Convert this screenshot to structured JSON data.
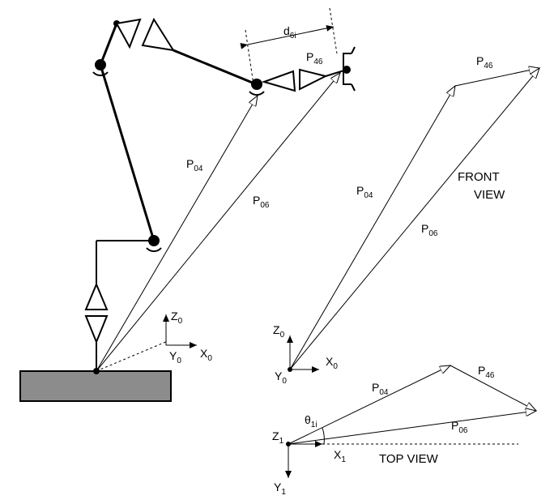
{
  "colors": {
    "ink": "#000000",
    "base_fill": "#8c8c8c",
    "background": "#ffffff"
  },
  "left_view": {
    "p04": {
      "main": "P",
      "sub": "04"
    },
    "p06": {
      "main": "P",
      "sub": "06"
    },
    "p46": {
      "main": "P",
      "sub": "46"
    },
    "d6i": {
      "main": "d",
      "sub": "6i"
    },
    "axes": {
      "z": {
        "main": "Z",
        "sub": "0"
      },
      "y": {
        "main": "Y",
        "sub": "0"
      },
      "x": {
        "main": "X",
        "sub": "0"
      }
    }
  },
  "front_view": {
    "title_line1": "FRONT",
    "title_line2": "VIEW",
    "p04": {
      "main": "P",
      "sub": "04"
    },
    "p06": {
      "main": "P",
      "sub": "06"
    },
    "p46": {
      "main": "P",
      "sub": "46"
    },
    "axes": {
      "z": {
        "main": "Z",
        "sub": "0"
      },
      "y": {
        "main": "Y",
        "sub": "0"
      },
      "x": {
        "main": "X",
        "sub": "0"
      }
    }
  },
  "top_view": {
    "title": "TOP VIEW",
    "p04": {
      "main": "P",
      "sub": "04"
    },
    "p06": {
      "main": "P",
      "sub": "06"
    },
    "p46": {
      "main": "P",
      "sub": "46"
    },
    "theta": {
      "main": "θ",
      "sub": "1i"
    },
    "axes": {
      "z": {
        "main": "Z",
        "sub": "1"
      },
      "x": {
        "main": "X",
        "sub": "1"
      },
      "y": {
        "main": "Y",
        "sub": "1"
      }
    }
  }
}
